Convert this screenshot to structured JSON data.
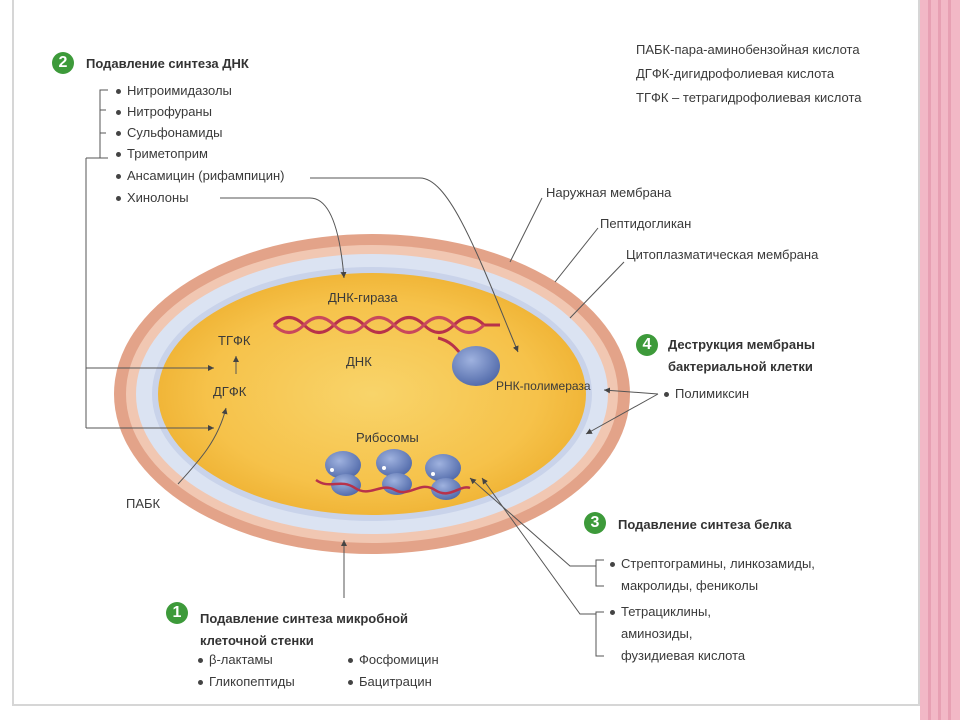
{
  "legend": {
    "pabk": "ПАБК-пара-аминобензойная кислота",
    "dgfk": "ДГФК-дигидрофолиевая кислота",
    "tgfk": "ТГФК – тетрагидрофолиевая кислота"
  },
  "section2": {
    "number": "2",
    "title": "Подавление синтеза ДНК",
    "items": [
      "Нитроимидазолы",
      "Нитрофураны",
      "Сульфонамиды",
      "Триметоприм",
      "Ансамицин (рифампицин)",
      "Хинолоны"
    ]
  },
  "membranes": {
    "outer": "Наружная мембрана",
    "peptidoglycan": "Пептидогликан",
    "cytoplasmic": "Цитоплазматическая мембрана"
  },
  "cell": {
    "gyrase": "ДНК-гираза",
    "dna": "ДНК",
    "tgfk": "ТГФК",
    "dgfk": "ДГФК",
    "rna_polymerase": "РНК-полимераза",
    "ribosomes": "Рибосомы",
    "pabk": "ПАБК"
  },
  "section4": {
    "number": "4",
    "title_line1": "Деструкция мембраны",
    "title_line2": "бактериальной клетки",
    "item": "Полимиксин"
  },
  "section3": {
    "number": "3",
    "title": "Подавление синтеза белка",
    "group1_line1": "Стрептограмины, линкозамиды,",
    "group1_line2": "макролиды, фениколы",
    "group2_line1": "Тетрациклины,",
    "group2_line2": "аминозиды,",
    "group2_line3": "фузидиевая кислота"
  },
  "section1": {
    "number": "1",
    "title_line1": "Подавление синтеза микробной",
    "title_line2": "клеточной стенки",
    "items": [
      "β-лактамы",
      "Фосфомицин",
      "Гликопептиды",
      "Бацитрацин"
    ]
  },
  "colors": {
    "outer_membrane": "#e3a389",
    "peptidoglycan": "#dbe3f2",
    "cytoplasm": "#f6c24a",
    "dna_strand": "#b8324a",
    "ribosome": "#6b84bf",
    "number_badge": "#3d9a3a",
    "slide_border": "#f2b8c6"
  }
}
